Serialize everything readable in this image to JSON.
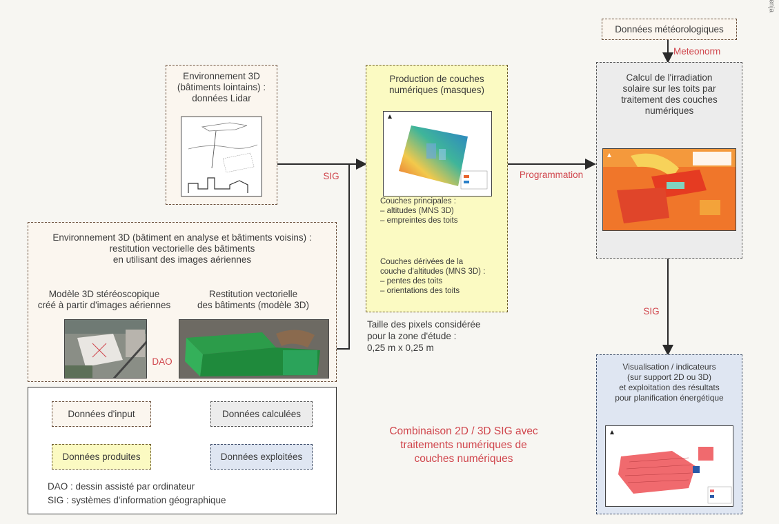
{
  "corner_mark": "benja",
  "meteo_box": "Données météorologiques",
  "meteonorm_label": "Meteonorm",
  "lidar_box": {
    "title": "Environnement 3D\n(bâtiments lointains) :\ndonnées Lidar"
  },
  "analysis_box": {
    "title": "Environnement 3D (bâtiment en analyse et bâtiments voisins) :\nrestitution vectorielle des bâtiments\nen utilisant des images aériennes",
    "left_caption": "Modèle 3D stéréoscopique\ncréé à partir d'images aériennes",
    "right_caption": "Restitution vectorielle\ndes bâtiments (modèle 3D)",
    "dao_label": "DAO"
  },
  "production_box": {
    "title": "Production de couches\nnumériques (masques)",
    "main_layers": "Couches principales :\n– altitudes (MNS 3D)\n– empreintes des toits",
    "derived_layers": "Couches dérivées de la\ncouche d'altitudes (MNS 3D) :\n– pentes des toits\n– orientations des toits"
  },
  "pixel_size_note": "Taille des pixels considérée\npour la zone d'étude :\n0,25 m x 0,25 m",
  "sig_label_1": "SIG",
  "programmation_label": "Programmation",
  "calc_box": {
    "title": "Calcul de l'irradiation\nsolaire sur les toits par\ntraitement des couches\nnumériques"
  },
  "sig_label_2": "SIG",
  "visual_box": {
    "title": "Visualisation / indicateurs\n(sur support 2D ou 3D)\net exploitation des résultats\npour planification énergétique"
  },
  "legend": {
    "input": "Données d'input",
    "calc": "Données calculées",
    "prod": "Données produites",
    "expl": "Données exploitées",
    "dao_def": "DAO : dessin assisté par ordinateur",
    "sig_def": "SIG : systèmes d'information géographique"
  },
  "combination_note": "Combinaison 2D / 3D SIG avec\ntraitements numériques de\ncouches numériques",
  "colors": {
    "accent_red": "#d0454c",
    "input_fill": "#fbf6ef",
    "produced_fill": "#fbfac2",
    "computed_fill": "#ececec",
    "exploited_fill": "#dfe6f2"
  }
}
